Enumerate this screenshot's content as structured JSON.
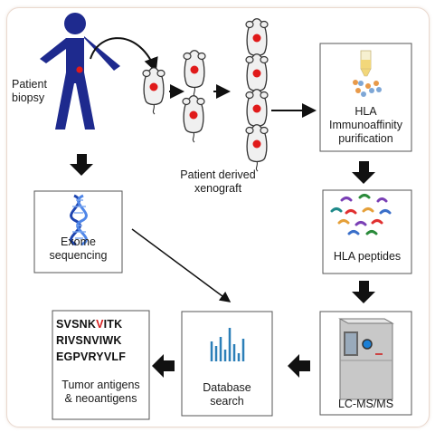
{
  "labels": {
    "patient_biopsy_line1": "Patient",
    "patient_biopsy_line2": "biopsy",
    "pdx_line1": "Patient derived",
    "pdx_line2": "xenograft",
    "hla_ip_line1": "HLA",
    "hla_ip_line2": "Immunoaffinity",
    "hla_ip_line3": "purification",
    "hla_peptides": "HLA peptides",
    "exome_line1": "Exome",
    "exome_line2": "sequencing",
    "lcms": "LC-MS/MS",
    "db_line1": "Database",
    "db_line2": "search",
    "tumor_line1": "Tumor antigens",
    "tumor_line2": "& neoantigens"
  },
  "peptides": [
    {
      "pre": "SVSNK",
      "mut": "V",
      "post": "ITK"
    },
    {
      "pre": "RIVSNVIWK",
      "mut": "",
      "post": ""
    },
    {
      "pre": "EGPVRYVLF",
      "mut": "",
      "post": ""
    }
  ],
  "colors": {
    "person": "#1e2a8e",
    "tumor_dot": "#e01a1a",
    "mutation_highlight": "#d81e1e",
    "dna": "#2a5bd7",
    "bars": "#2c7fb8",
    "arrow": "#111111",
    "frame": "#ead9cf"
  }
}
